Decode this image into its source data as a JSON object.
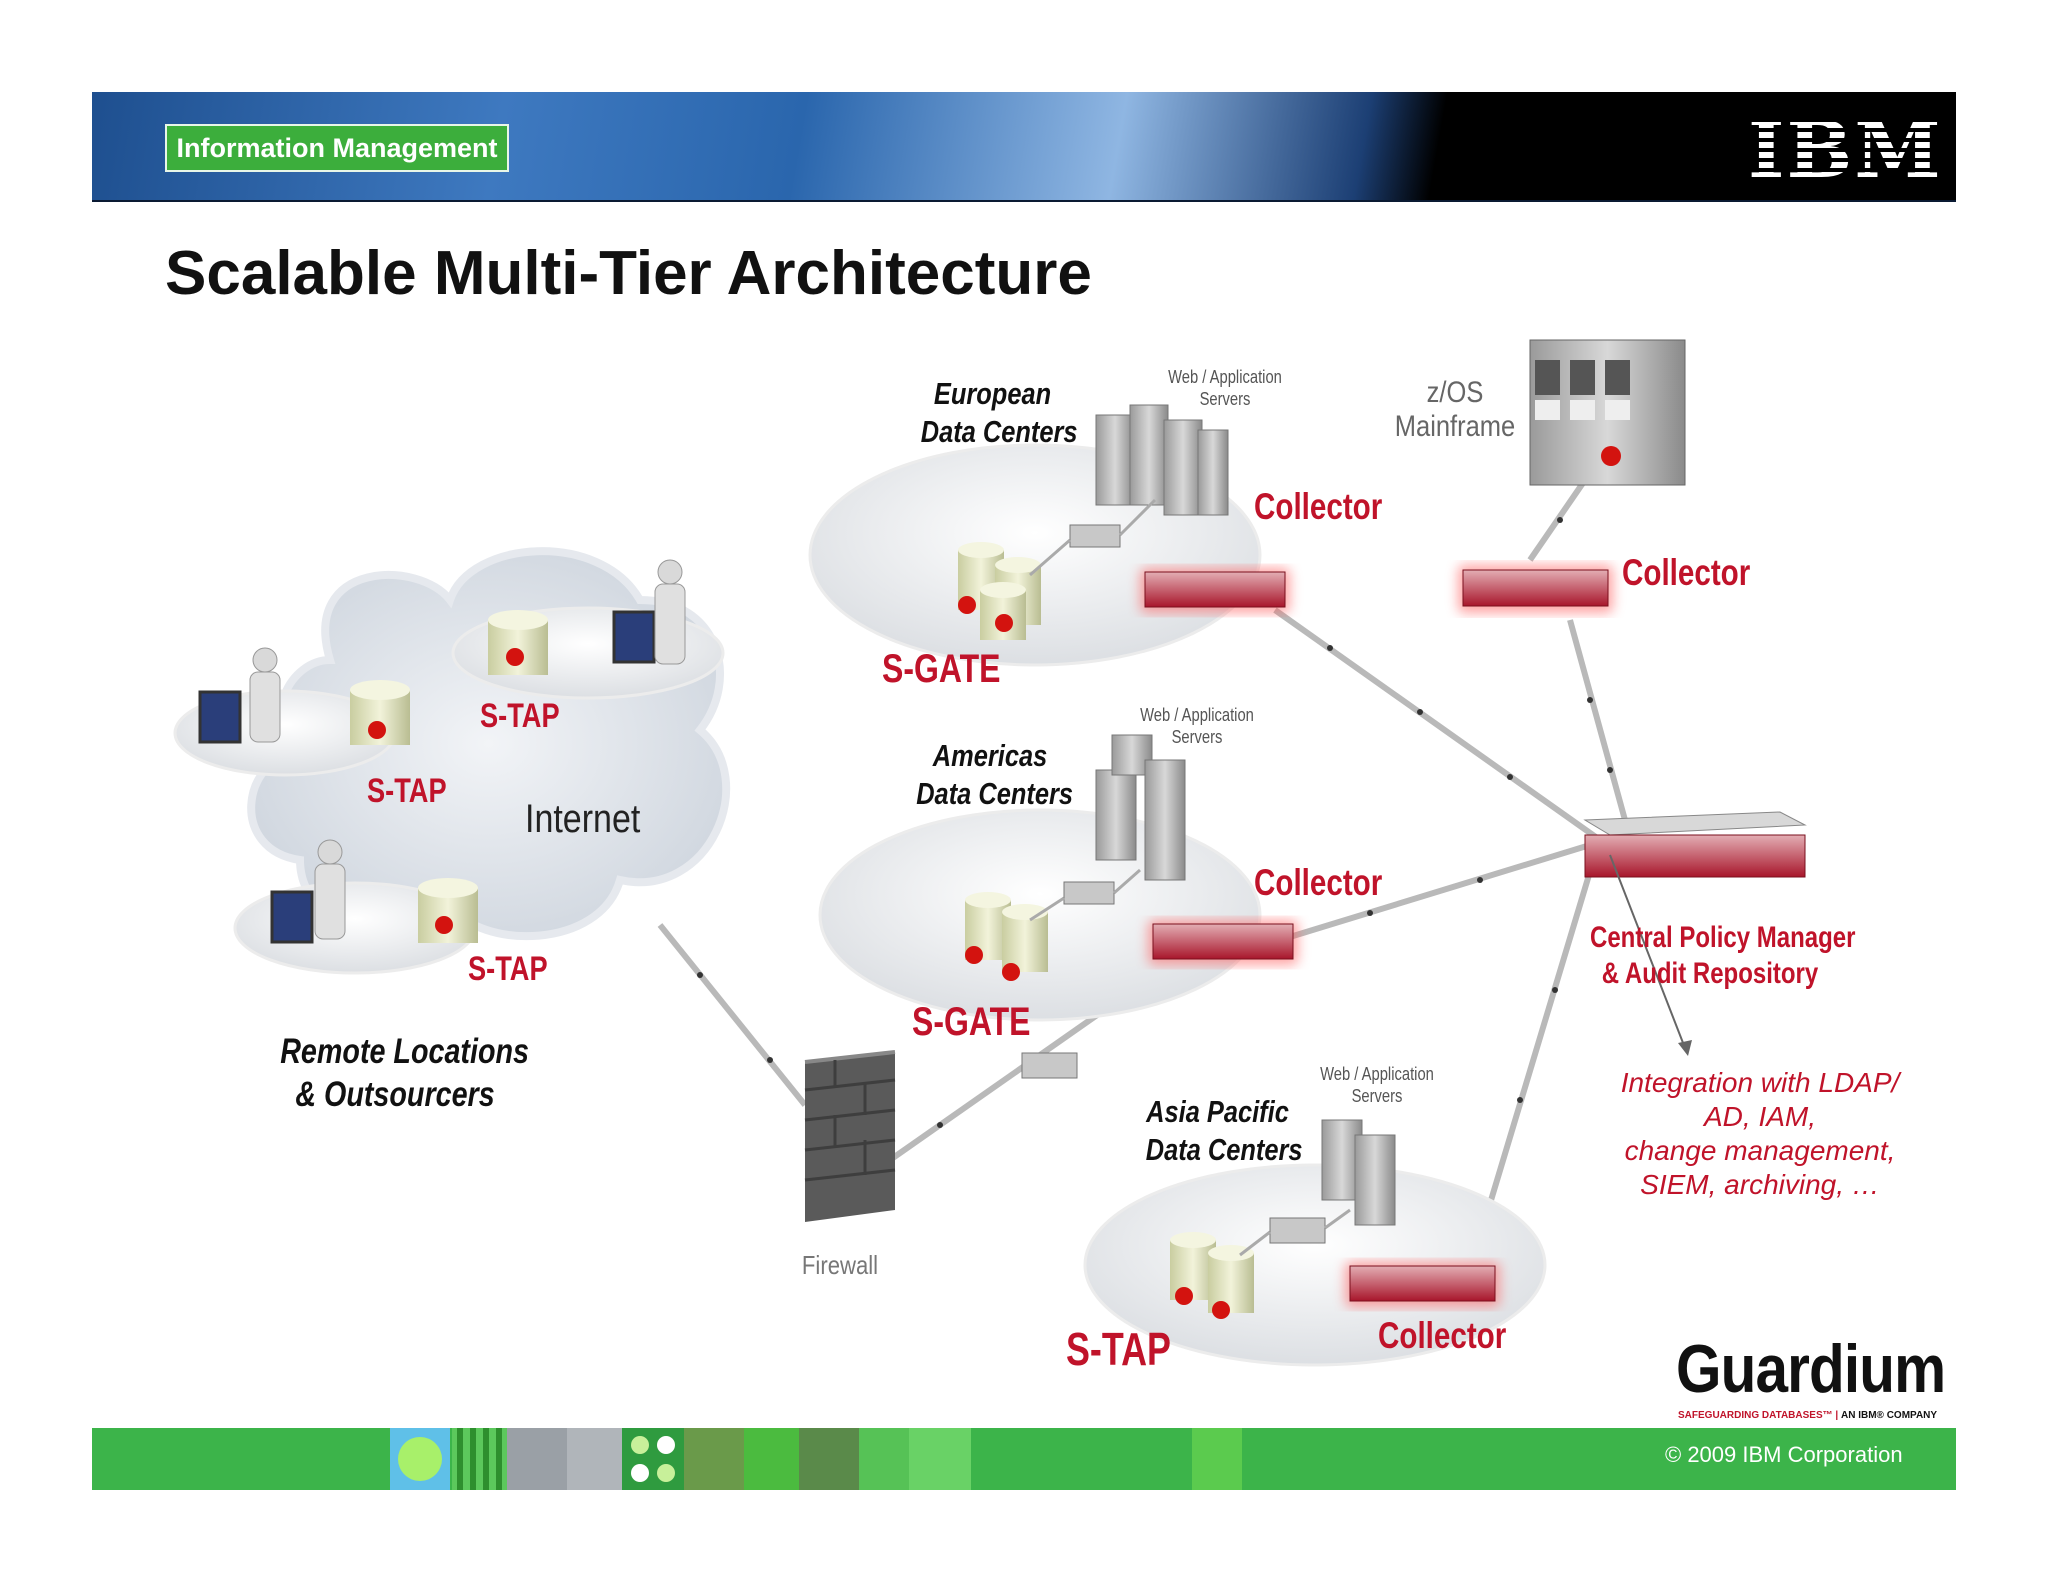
{
  "header": {
    "badge": "Information Management",
    "logo": "IBM"
  },
  "title": "Scalable Multi-Tier Architecture",
  "diagram": {
    "regions": {
      "europe": "European\nData Centers",
      "americas": "Americas\nData Centers",
      "asia": "Asia Pacific\nData Centers",
      "remote": "Remote Locations\n& Outsourcers"
    },
    "web_servers_label": "Web / Application\nServers",
    "mainframe_label": "z/OS\nMainframe",
    "collector_label": "Collector",
    "sgate_label": "S-GATE",
    "stap_label": "S-TAP",
    "internet_label": "Internet",
    "firewall_label": "Firewall",
    "cpm_label": "Central Policy Manager\n& Audit Repository",
    "integration_text": "Integration with LDAP/\nAD, IAM,\nchange management,\nSIEM, archiving, …"
  },
  "footer": {
    "brand": "Guardium",
    "brand_tagline": "SAFEGUARDING DATABASES™",
    "brand_company": "AN IBM® COMPANY",
    "copyright": "© 2009  IBM Corporation"
  },
  "colors": {
    "accent_red": "#c0132a",
    "band_green": "#3cb44a",
    "badge_green": "#3cae3c"
  }
}
